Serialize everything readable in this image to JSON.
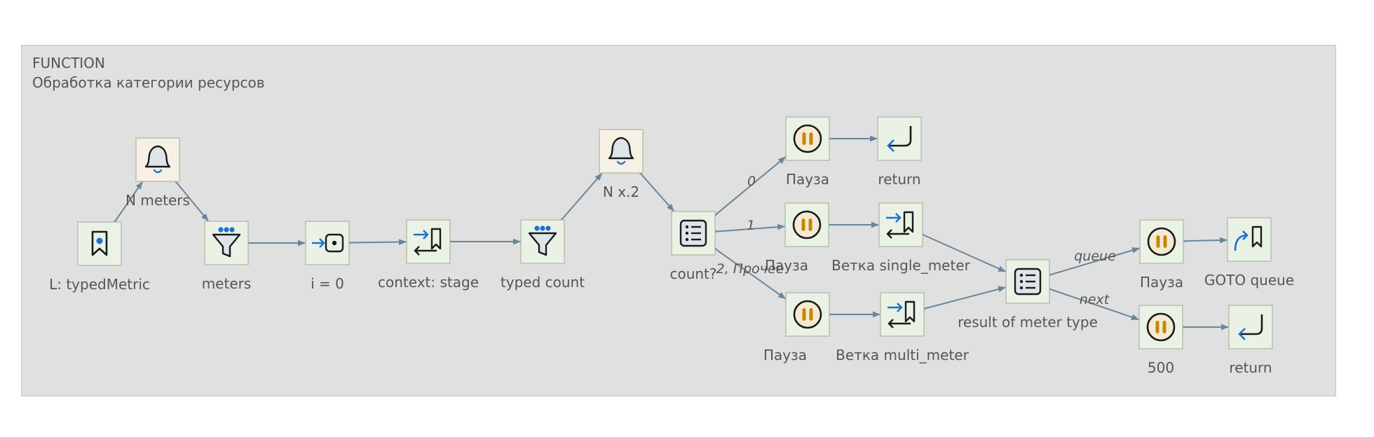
{
  "frame": {
    "kind": "FUNCTION",
    "title": "Обработка категории ресурсов"
  },
  "colors": {
    "frame_bg": "#e0e0e0",
    "node_green": "#eaf2e5",
    "node_cream": "#f6f1e4",
    "node_border": "#b5bfad",
    "edge": "#6a8699",
    "icon_blue": "#1e6fd0",
    "icon_orange": "#c8860a",
    "text": "#555555"
  },
  "nodes": [
    {
      "id": "bookmark",
      "label": "L: typedMetric",
      "icon": "bookmark-pin-icon"
    },
    {
      "id": "nmeters",
      "label": "N meters",
      "icon": "bell-icon"
    },
    {
      "id": "meters",
      "label": "meters",
      "icon": "filter-icon"
    },
    {
      "id": "i0",
      "label": "i = 0",
      "icon": "assign-icon"
    },
    {
      "id": "ctx",
      "label": "context: stage",
      "icon": "switch-bookmark-icon"
    },
    {
      "id": "tcount",
      "label": "typed count",
      "icon": "filter-icon"
    },
    {
      "id": "nx2",
      "label": "N x.2",
      "icon": "bell-icon"
    },
    {
      "id": "count",
      "label": "count?",
      "icon": "list-icon"
    },
    {
      "id": "p0",
      "label": "Пауза",
      "icon": "pause-icon"
    },
    {
      "id": "ret1",
      "label": "return",
      "icon": "return-icon"
    },
    {
      "id": "p1",
      "label": "Пауза",
      "icon": "pause-icon"
    },
    {
      "id": "vsingle",
      "label": "Ветка single_meter",
      "icon": "switch-bookmark-icon"
    },
    {
      "id": "p2",
      "label": "Пауза",
      "icon": "pause-icon"
    },
    {
      "id": "vmulti",
      "label": "Ветка multi_meter",
      "icon": "switch-bookmark-icon"
    },
    {
      "id": "result",
      "label": "result of meter type",
      "icon": "list-icon"
    },
    {
      "id": "pq",
      "label": "Пауза",
      "icon": "pause-icon"
    },
    {
      "id": "gotoq",
      "label": "GOTO queue",
      "icon": "goto-bookmark-icon"
    },
    {
      "id": "p500",
      "label": "500",
      "icon": "pause-icon"
    },
    {
      "id": "ret2",
      "label": "return",
      "icon": "return-icon"
    }
  ],
  "edges": [
    {
      "from": "bookmark",
      "to": "nmeters",
      "label": ""
    },
    {
      "from": "nmeters",
      "to": "meters",
      "label": ""
    },
    {
      "from": "meters",
      "to": "i0",
      "label": ""
    },
    {
      "from": "i0",
      "to": "ctx",
      "label": ""
    },
    {
      "from": "ctx",
      "to": "tcount",
      "label": ""
    },
    {
      "from": "tcount",
      "to": "nx2",
      "label": ""
    },
    {
      "from": "nx2",
      "to": "count",
      "label": ""
    },
    {
      "from": "count",
      "to": "p0",
      "label": "0"
    },
    {
      "from": "count",
      "to": "p1",
      "label": "1"
    },
    {
      "from": "count",
      "to": "p2",
      "label": "2, Прочее"
    },
    {
      "from": "p0",
      "to": "ret1",
      "label": ""
    },
    {
      "from": "p1",
      "to": "vsingle",
      "label": ""
    },
    {
      "from": "p2",
      "to": "vmulti",
      "label": ""
    },
    {
      "from": "vsingle",
      "to": "result",
      "label": ""
    },
    {
      "from": "vmulti",
      "to": "result",
      "label": ""
    },
    {
      "from": "result",
      "to": "pq",
      "label": "queue"
    },
    {
      "from": "result",
      "to": "p500",
      "label": "next"
    },
    {
      "from": "pq",
      "to": "gotoq",
      "label": ""
    },
    {
      "from": "p500",
      "to": "ret2",
      "label": ""
    }
  ]
}
